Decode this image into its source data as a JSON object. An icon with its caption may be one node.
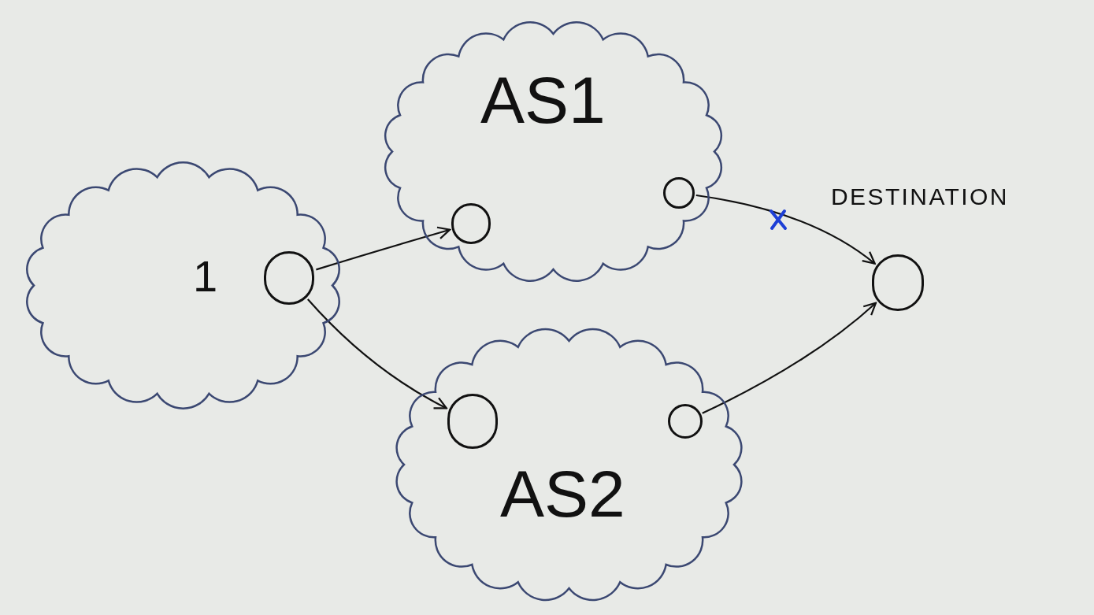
{
  "diagram": {
    "nodes": [
      {
        "text": [],
        "shape": "cloud"
      },
      {
        "text": [
          "1"
        ],
        "in": 0
      },
      {
        "text": [
          "AS1"
        ]
      },
      {
        "text": [],
        "shape": "circle",
        "in": 2
      },
      {
        "text": [],
        "shape": "circle",
        "in": 2
      },
      {
        "text": [
          "DESTINATION"
        ]
      },
      {
        "text": [
          "AS2"
        ]
      },
      {
        "text": [],
        "shape": "circle",
        "in": 6
      },
      {
        "text": [],
        "shape": "circle",
        "in": 6
      }
    ],
    "edges": [
      {
        "from": 1,
        "to": 3,
        "arrow": "to"
      },
      {
        "from": 1,
        "to": 7,
        "arrow": "to"
      },
      {
        "from": 4,
        "to": 5,
        "arrow": "to"
      },
      {
        "from": 8,
        "to": 5,
        "arrow": "to"
      }
    ]
  }
}
